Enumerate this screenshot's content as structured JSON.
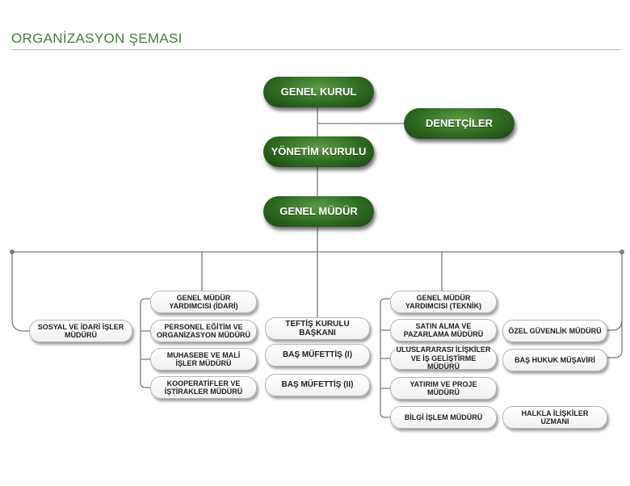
{
  "header": {
    "title": "ORGANİZASYON ŞEMASI"
  },
  "nodes": {
    "genel_kurul": "GENEL KURUL",
    "denetciler": "DENETÇİLER",
    "yonetim_kurulu": "YÖNETİM KURULU",
    "genel_mudur": "GENEL MÜDÜR",
    "sosyal_idari": "SOSYAL VE İDARİ İŞLER MÜDÜRÜ",
    "gmy_idari": "GENEL MÜDÜR YARDIMCISI (İDARİ)",
    "personel": "PERSONEL EĞİTİM VE ORGANİZASYON MÜDÜRÜ",
    "muhasebe": "MUHASEBE VE MALİ İŞLER MÜDÜRÜ",
    "kooperatifler": "KOOPERATİFLER VE İŞTİRAKLER MÜDÜRÜ",
    "teftis": "TEFTİŞ KURULU BAŞKANI",
    "bas_mufettis_1": "BAŞ MÜFETTİŞ (I)",
    "bas_mufettis_2": "BAŞ MÜFETTİŞ (II)",
    "gmy_teknik": "GENEL MÜDÜR YARDIMCISI (TEKNİK)",
    "satin_alma": "SATIN ALMA VE PAZARLAMA MÜDÜRÜ",
    "uluslararasi": "ULUSLARARASI İLİŞKİLER VE İŞ GELİŞTİRME MÜDÜRÜ",
    "yatirim": "YATIRIM VE PROJE MÜDÜRÜ",
    "bilgi_islem": "BİLGİ İŞLEM MÜDÜRÜ",
    "ozel_guvenlik": "ÖZEL GÜVENLİK MÜDÜRÜ",
    "hukuk": "BAŞ HUKUK MÜŞAVİRİ",
    "halkla_iliskiler": "HALKLA İLİŞKİLER UZMANI"
  },
  "colors": {
    "title": "#4a7a3a",
    "green_node": "#2f6a22",
    "connector": "#7a7a7a"
  }
}
